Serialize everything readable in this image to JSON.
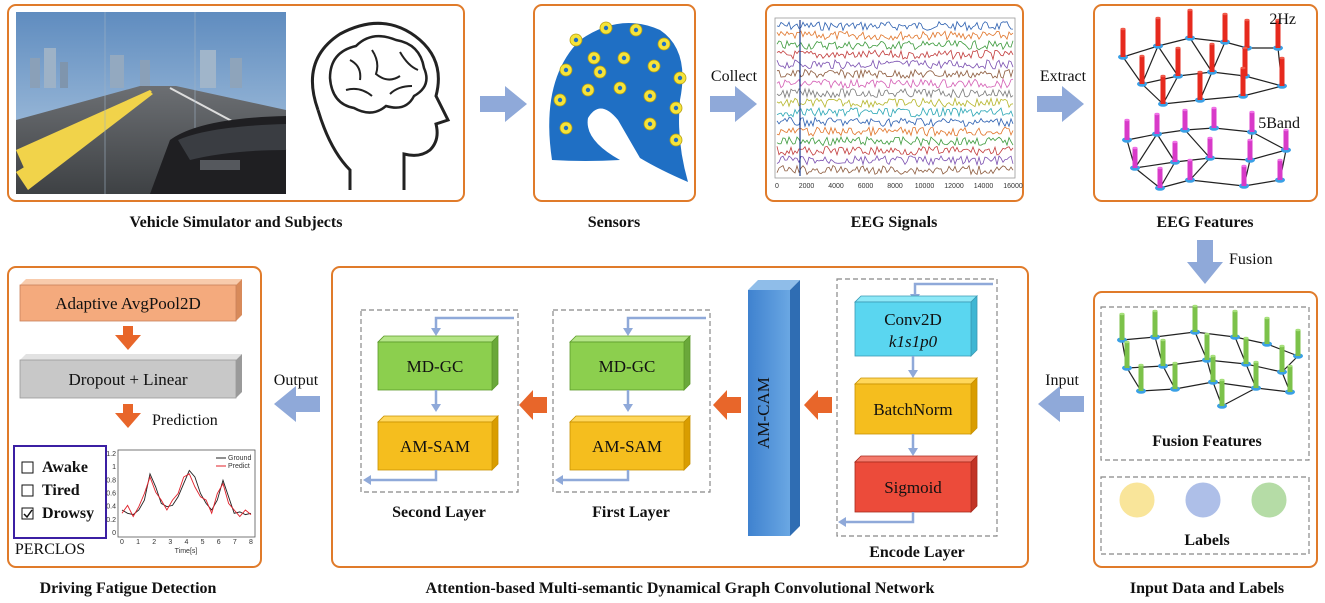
{
  "captions": {
    "vehicle": "Vehicle Simulator and Subjects",
    "sensors": "Sensors",
    "eeg_signals": "EEG Signals",
    "eeg_features": "EEG Features",
    "input_data": "Input Data and Labels",
    "network": "Attention-based Multi-semantic Dynamical Graph Convolutional Network",
    "detection": "Driving Fatigue Detection"
  },
  "arrows": {
    "collect": "Collect",
    "extract": "Extract",
    "fusion": "Fusion",
    "input": "Input",
    "output": "Output",
    "prediction": "Prediction"
  },
  "features": {
    "top_label": "2Hz",
    "bottom_label": "5Band"
  },
  "fusion_panel": {
    "title": "Fusion Features",
    "labels_title": "Labels",
    "label_colors": [
      "#f9e59a",
      "#aebfe8",
      "#b5dca6"
    ]
  },
  "encode_layer": {
    "title": "Encode Layer",
    "conv_line1": "Conv2D",
    "conv_line2": "k1s1p0",
    "batchnorm": "BatchNorm",
    "sigmoid": "Sigmoid"
  },
  "am_cam": "AM-CAM",
  "first_layer": {
    "title": "First Layer",
    "gc": "MD-GC",
    "sam": "AM-SAM"
  },
  "second_layer": {
    "title": "Second Layer",
    "gc": "MD-GC",
    "sam": "AM-SAM"
  },
  "detection_panel": {
    "pool": "Adaptive AvgPool2D",
    "dropout": "Dropout + Linear",
    "states": [
      "Awake",
      "Tired",
      "Drowsy"
    ],
    "checked_index": 2,
    "perclos": "PERCLOS",
    "legend_ground": "Ground",
    "legend_predict": "Predict",
    "xlabel": "Time[s]",
    "yticks": [
      "1.2",
      "1",
      "0.8",
      "0.6",
      "0.4",
      "0.2",
      "0"
    ],
    "xticks": [
      "0",
      "1",
      "2",
      "3",
      "4",
      "5",
      "6",
      "7",
      "8"
    ]
  },
  "eeg_axis": {
    "xticks": [
      "0",
      "2000",
      "4000",
      "6000",
      "8000",
      "10000",
      "12000",
      "14000",
      "16000"
    ]
  },
  "colors": {
    "frame": "#e07b2a",
    "arrow": "#8fa9d9",
    "orange_arrow": "#e8662a",
    "cap_blue": "#1f6fc4",
    "gc_green": "#8ccf4e",
    "sam_yellow": "#f5be1e",
    "conv_cyan": "#5ad6f0",
    "sigmoid_red": "#ec4b3a",
    "am_cam_blue": "#4b8fd6",
    "pool_orange": "#f4aa7d",
    "dropout_grey": "#c8c8c8"
  }
}
